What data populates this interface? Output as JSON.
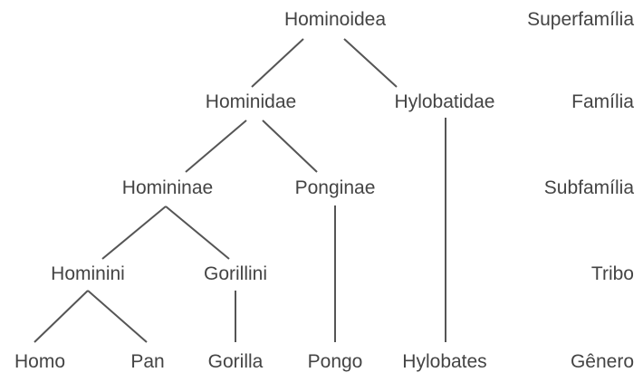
{
  "taxa": {
    "hominoidea": "Hominoidea",
    "hominidae": "Hominidae",
    "hylobatidae": "Hylobatidae",
    "homininae": "Homininae",
    "ponginae": "Ponginae",
    "hominini": "Hominini",
    "gorillini": "Gorillini",
    "homo": "Homo",
    "pan": "Pan",
    "gorilla": "Gorilla",
    "pongo": "Pongo",
    "hylobates": "Hylobates"
  },
  "ranks": {
    "superfamily": "Superfamília",
    "family": "Família",
    "subfamily": "Subfamília",
    "tribe": "Tribo",
    "genus": "Gênero"
  },
  "colors": {
    "text": "#444444",
    "lines": "#555555",
    "background": "#ffffff"
  }
}
